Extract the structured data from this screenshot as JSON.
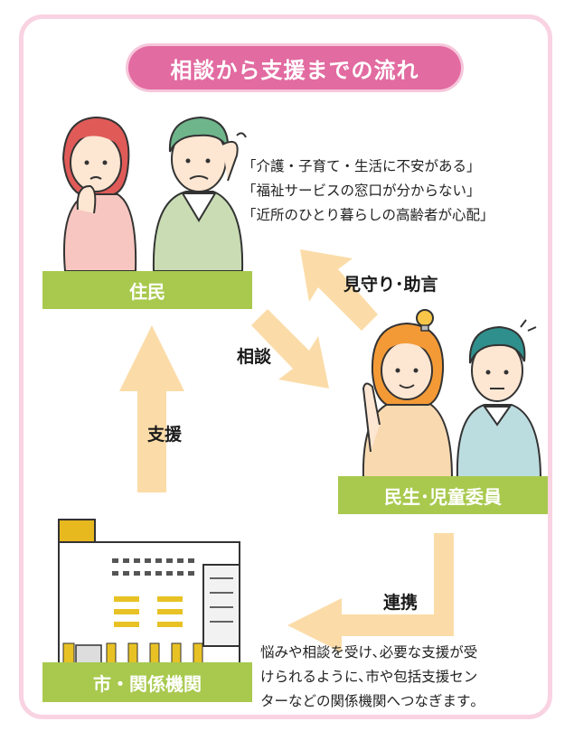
{
  "title": "相談から支援までの流れ",
  "nodes": {
    "residents": "住民",
    "commissioners": "民生･児童委員",
    "city": "市・関係機関"
  },
  "quotes": [
    "「介護・子育て・生活に不安がある」",
    "「福祉サービスの窓口が分からない」",
    "「近所のひとり暮らしの高齢者が心配」"
  ],
  "arrows": {
    "consult": "相談",
    "watch": "見守り･助言",
    "support": "支援",
    "link": "連携"
  },
  "description": [
    "悩みや相談を受け､必要な支援が受",
    "けられるように､市や包括支援セン",
    "ターなどの関係機関へつなぎます｡"
  ],
  "colors": {
    "frame": "#f9d3e2",
    "title_bg": "#e26ba1",
    "label_bg": "#a8c94e",
    "arrow": "#fbdca8"
  }
}
